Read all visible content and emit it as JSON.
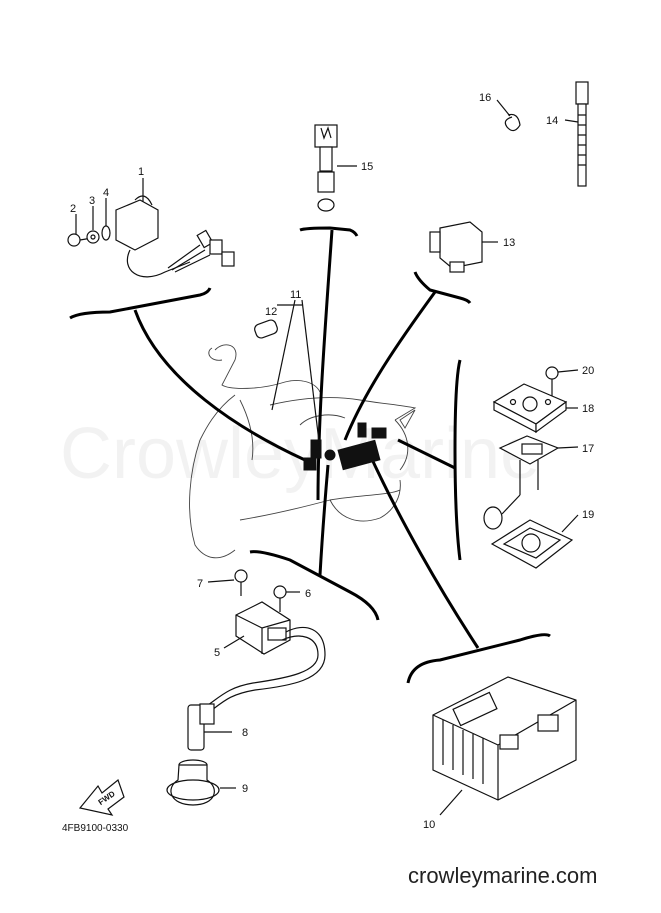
{
  "watermark": "CrowleyMarine",
  "footer": {
    "site": "crowleymarine.com"
  },
  "diagram_id": "4FB9100-0330",
  "fwd_label": "FWD",
  "callouts": {
    "c1": "1",
    "c2": "2",
    "c3": "3",
    "c4": "4",
    "c5": "5",
    "c6": "6",
    "c7": "7",
    "c8": "8",
    "c9": "9",
    "c10": "10",
    "c11": "11",
    "c12": "12",
    "c13": "13",
    "c14": "14",
    "c15": "15",
    "c16": "16",
    "c17": "17",
    "c18": "18",
    "c19": "19",
    "c20": "20"
  }
}
